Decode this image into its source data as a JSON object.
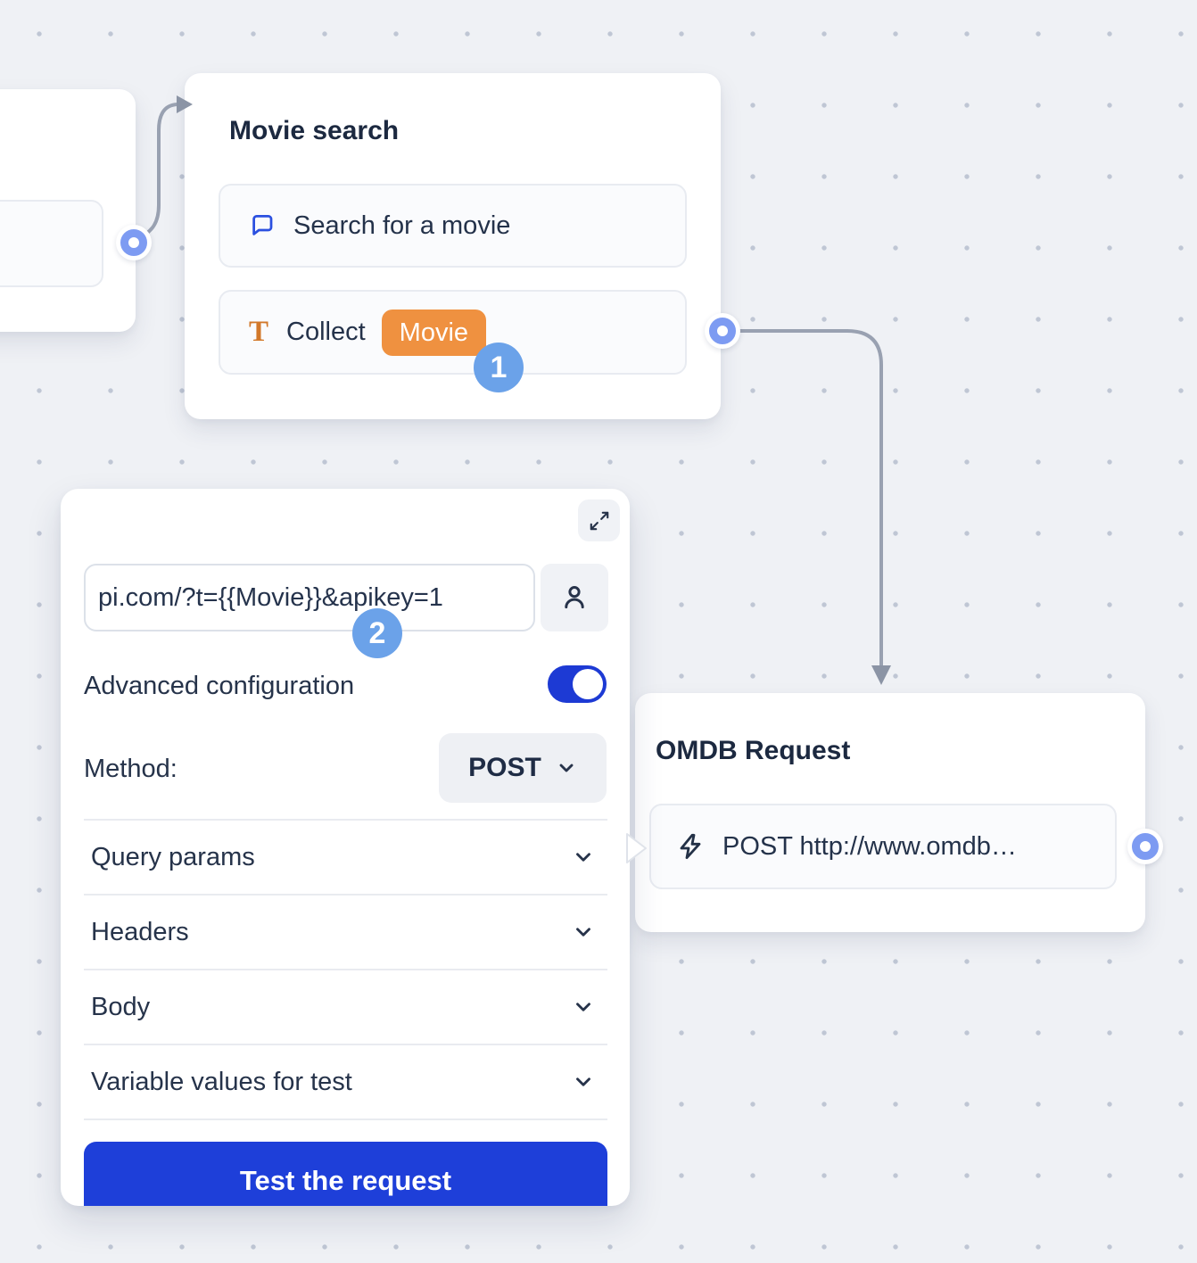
{
  "nodes": {
    "movie_search": {
      "title": "Movie search",
      "items": [
        {
          "icon": "chat-bubble-icon",
          "label": "Search for a movie"
        },
        {
          "icon": "text-input-icon",
          "icon_glyph": "T",
          "label": "Collect",
          "variable": "Movie"
        }
      ],
      "step_badge": "1"
    },
    "omdb_request": {
      "title": "OMDB Request",
      "items": [
        {
          "icon": "lightning-icon",
          "label": "POST http://www.omdb…"
        }
      ]
    }
  },
  "panel": {
    "url_value": "pi.com/?t={{Movie}}&apikey=1",
    "step_badge": "2",
    "advanced_label": "Advanced configuration",
    "advanced_on": true,
    "method_label": "Method:",
    "method_value": "POST",
    "sections": [
      "Query params",
      "Headers",
      "Body",
      "Variable values for test"
    ],
    "test_button_label": "Test the request"
  },
  "colors": {
    "background": "#eff1f5",
    "dot": "#bfc6d4",
    "accent_blue": "#1e3fd9",
    "step_badge_blue": "#6ba2e9",
    "variable_orange": "#ef9140",
    "port_ring": "#7d9bf2",
    "connector_gray": "#99a1b1"
  }
}
